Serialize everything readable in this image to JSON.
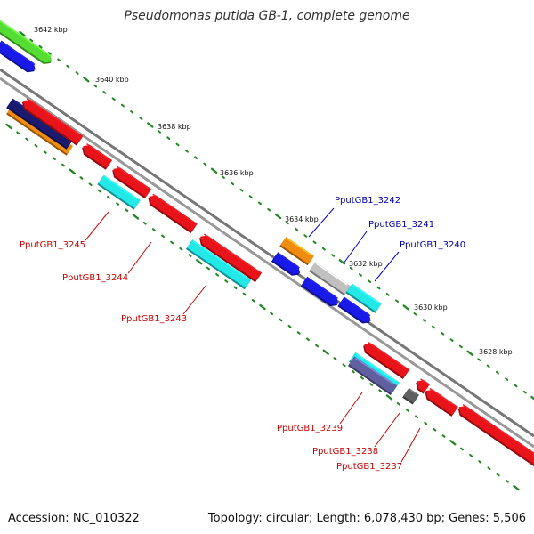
{
  "title": "Pseudomonas putida GB-1, complete genome",
  "accession": "Accession: NC_010322",
  "summary": "Topology: circular; Length: 6,078,430 bp; Genes: 5,506",
  "ticks": [
    "3642 kbp",
    "3640 kbp",
    "3638 kbp",
    "3636 kbp",
    "3634 kbp",
    "3632 kbp",
    "3630 kbp",
    "3628 kbp"
  ],
  "colors": {
    "forward_label": "#0000aa",
    "reverse_label": "#cc0000",
    "backbone": "#777777",
    "tick_mark": "#228822",
    "leader_forward": "#0000cc",
    "leader_reverse": "#cc0000"
  },
  "gene_labels": [
    {
      "name": "PputGB1_3242",
      "strand": "forward"
    },
    {
      "name": "PputGB1_3241",
      "strand": "forward"
    },
    {
      "name": "PputGB1_3240",
      "strand": "forward"
    },
    {
      "name": "PputGB1_3245",
      "strand": "reverse"
    },
    {
      "name": "PputGB1_3244",
      "strand": "reverse"
    },
    {
      "name": "PputGB1_3243",
      "strand": "reverse"
    },
    {
      "name": "PputGB1_3239",
      "strand": "reverse"
    },
    {
      "name": "PputGB1_3238",
      "strand": "reverse"
    },
    {
      "name": "PputGB1_3237",
      "strand": "reverse"
    }
  ],
  "feature_colors": {
    "red": "#e8141a",
    "cyan": "#22e8e8",
    "blue": "#1a1ae8",
    "green": "#55dd33",
    "orange": "#f08c10",
    "navy": "#1a1a70",
    "gray": "#c0c0c0",
    "darkgray": "#606060",
    "purple": "#6060a0"
  }
}
